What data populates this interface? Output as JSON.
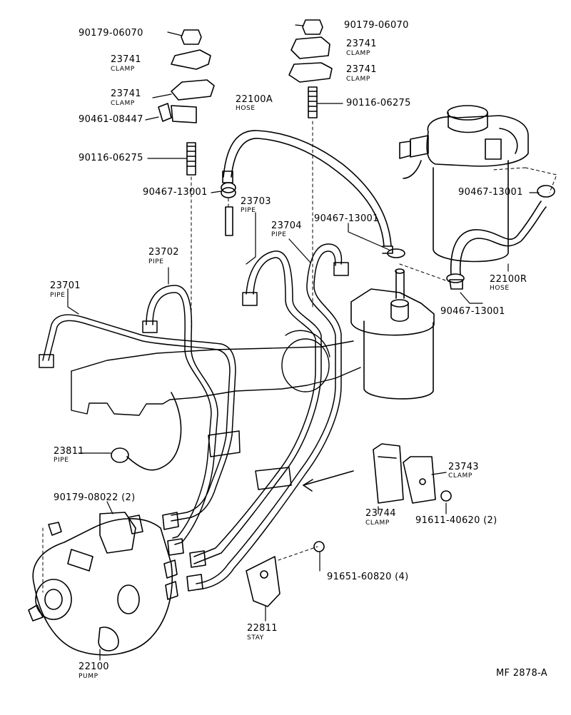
{
  "diagram_code": "MF 2878-A",
  "callouts": {
    "nut_top_left": {
      "part": "90179-06070"
    },
    "nut_top_right": {
      "part": "90179-06070"
    },
    "clamp_left_upper": {
      "part": "23741",
      "name": "CLAMP"
    },
    "clamp_left_lower": {
      "part": "23741",
      "name": "CLAMP"
    },
    "clamp_right_upper": {
      "part": "23741",
      "name": "CLAMP"
    },
    "clamp_right_lower": {
      "part": "23741",
      "name": "CLAMP"
    },
    "bolt_90461": {
      "part": "90461-08447"
    },
    "stud_left": {
      "part": "90116-06275"
    },
    "stud_right": {
      "part": "90116-06275"
    },
    "hose_a": {
      "part": "22100A",
      "name": "HOSE"
    },
    "hose_r": {
      "part": "22100R",
      "name": "HOSE"
    },
    "clip_left": {
      "part": "90467-13001"
    },
    "clip_mid": {
      "part": "90467-13001"
    },
    "clip_right_upper": {
      "part": "90467-13001"
    },
    "clip_right_lower": {
      "part": "90467-13001"
    },
    "pipe_23701": {
      "part": "23701",
      "name": "PIPE"
    },
    "pipe_23702": {
      "part": "23702",
      "name": "PIPE"
    },
    "pipe_23703": {
      "part": "23703",
      "name": "PIPE"
    },
    "pipe_23704": {
      "part": "23704",
      "name": "PIPE"
    },
    "pipe_23811": {
      "part": "23811",
      "name": "PIPE"
    },
    "nut_pump": {
      "part": "90179-08022 (2)"
    },
    "pump": {
      "part": "22100",
      "name": "PUMP"
    },
    "clamp_23743": {
      "part": "23743",
      "name": "CLAMP"
    },
    "clamp_23744": {
      "part": "23744",
      "name": "CLAMP"
    },
    "screw_91611": {
      "part": "91611-40620 (2)"
    },
    "bolt_91651": {
      "part": "91651-60820 (4)"
    },
    "stay": {
      "part": "22811",
      "name": "STAY"
    }
  }
}
